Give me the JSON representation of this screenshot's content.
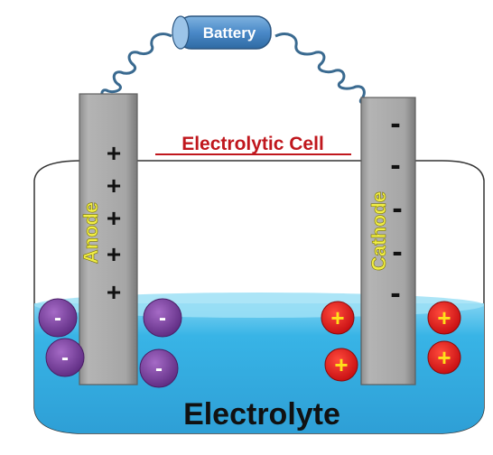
{
  "labels": {
    "battery": "Battery",
    "title": "Electrolytic Cell",
    "anode": "Anode",
    "cathode": "Cathode",
    "electrolyte": "Electrolyte"
  },
  "signs": {
    "positive": "+",
    "negative": "-"
  },
  "colors": {
    "title": "#c0171d",
    "electrode_text": "#f2ef45",
    "electrode_fill": "#a8a8a8",
    "electrolyte_fill": "#2fb2e6",
    "anion_fill": "#7b3f9f",
    "cation_fill": "#e8181b",
    "cation_sign": "#ffe01a",
    "battery_fill": "#4a89c8",
    "wire": "#3a6a90"
  }
}
